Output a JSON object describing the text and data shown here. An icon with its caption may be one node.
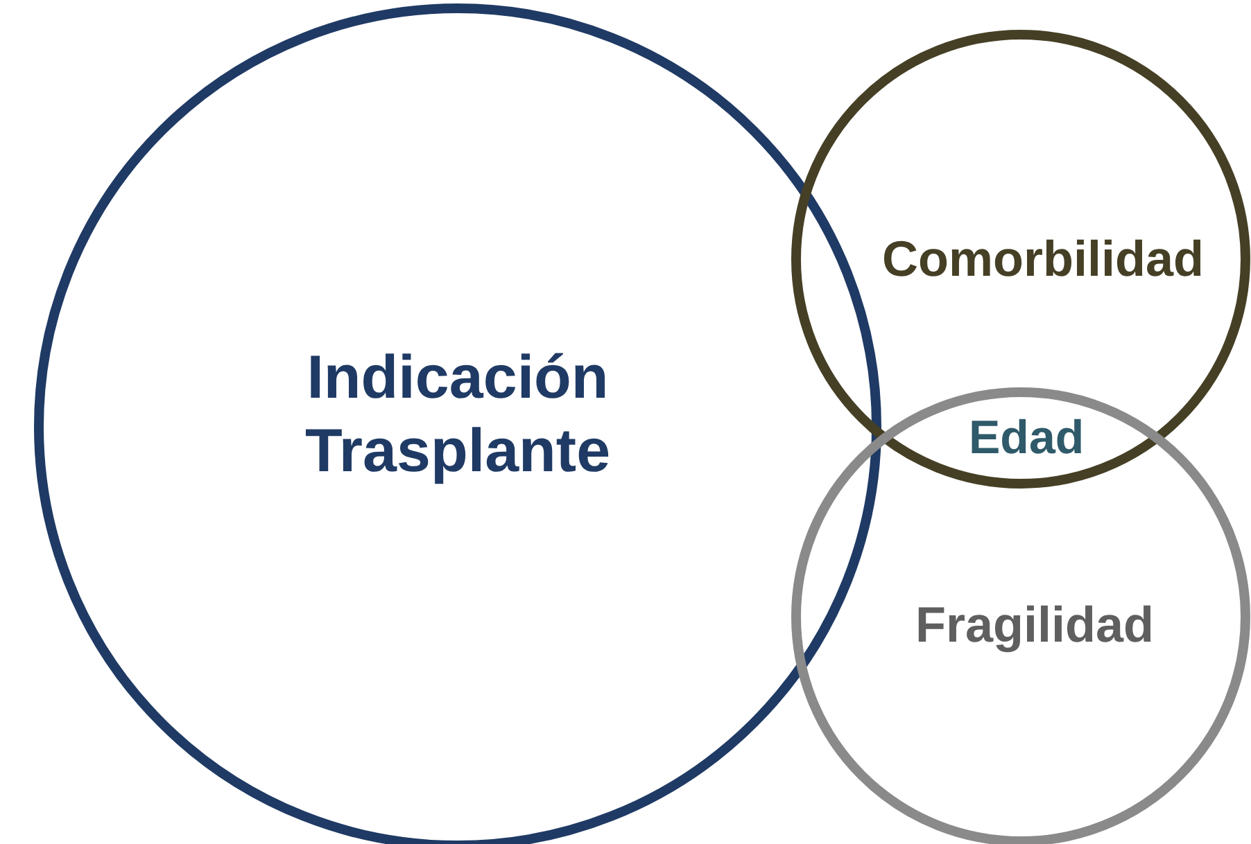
{
  "diagram": {
    "nodes": [
      {
        "text": [
          "Indicación Trasplante"
        ]
      },
      {
        "text": [
          "Comorbilidad"
        ]
      },
      {
        "text": [
          "Fragilidad"
        ]
      }
    ],
    "labels": [
      "Edad"
    ]
  }
}
